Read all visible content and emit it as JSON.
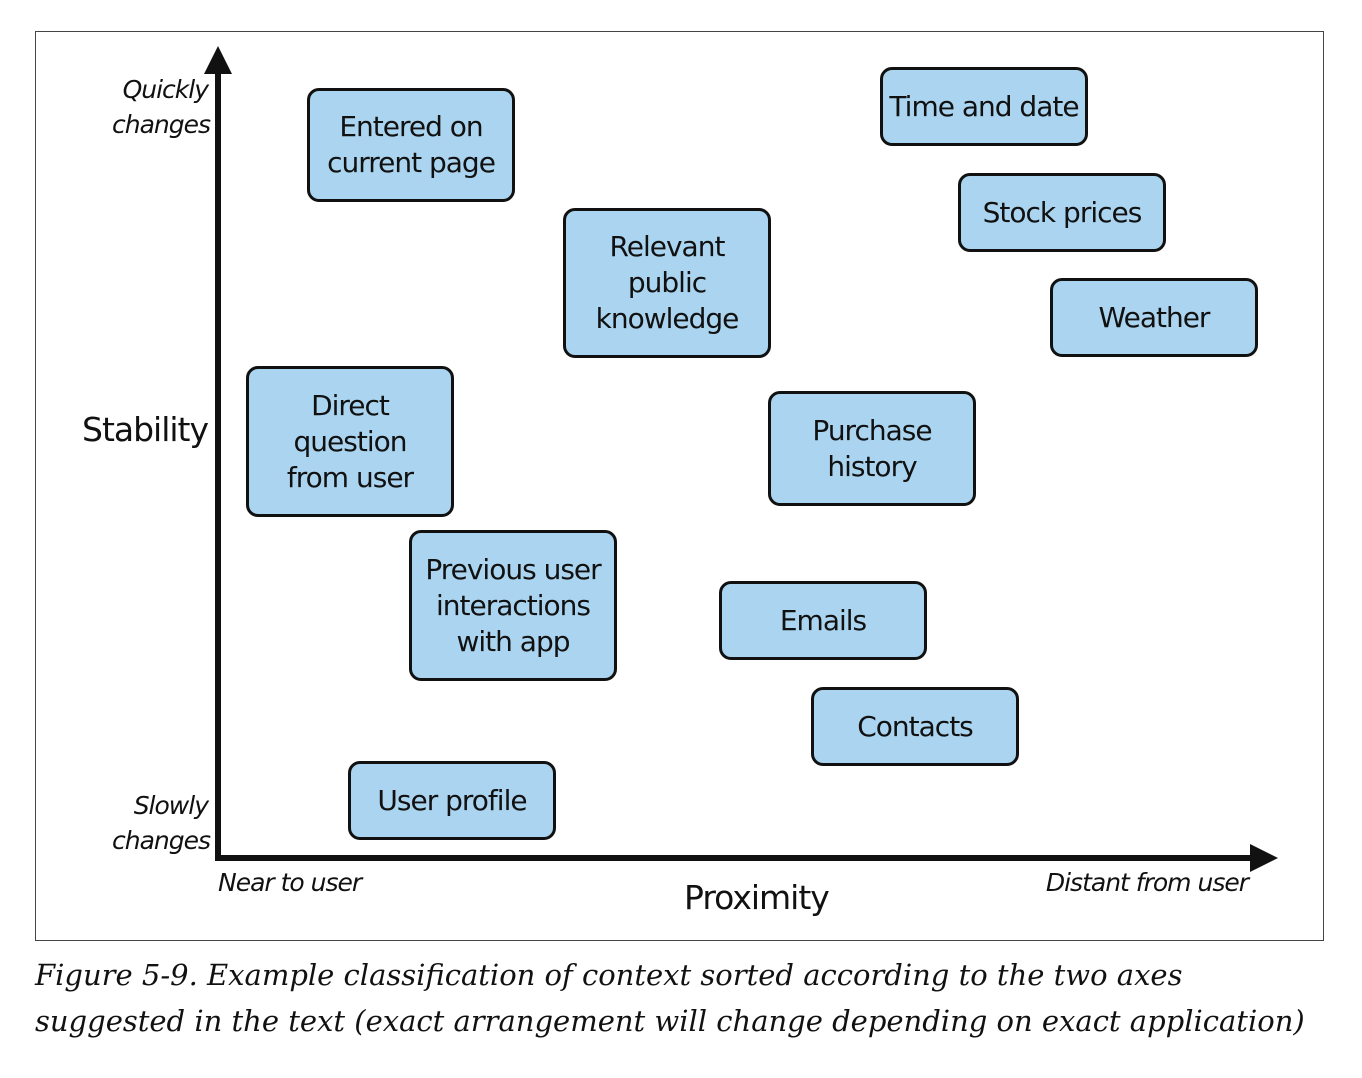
{
  "diagram": {
    "y_axis": {
      "title": "Stability",
      "top_label": "Quickly\nchanges",
      "bottom_label": "Slowly\nchanges"
    },
    "x_axis": {
      "title": "Proximity",
      "left_label": "Near to user",
      "right_label": "Distant from user"
    },
    "boxes": {
      "entered_on_current_page": "Entered on\ncurrent page",
      "relevant_public_knowledge": "Relevant\npublic\nknowledge",
      "time_and_date": "Time and date",
      "stock_prices": "Stock prices",
      "weather": "Weather",
      "direct_question_from_user": "Direct\nquestion\nfrom user",
      "purchase_history": "Purchase\nhistory",
      "previous_user_interactions": "Previous user\ninteractions\nwith app",
      "emails": "Emails",
      "contacts": "Contacts",
      "user_profile": "User profile"
    },
    "colors": {
      "box_fill": "#aad4ef",
      "box_border": "#111111"
    }
  },
  "caption": "Figure 5-9. Example classification of context sorted according to the two axes suggested in the text (exact arrangement will change depending on exact application)"
}
